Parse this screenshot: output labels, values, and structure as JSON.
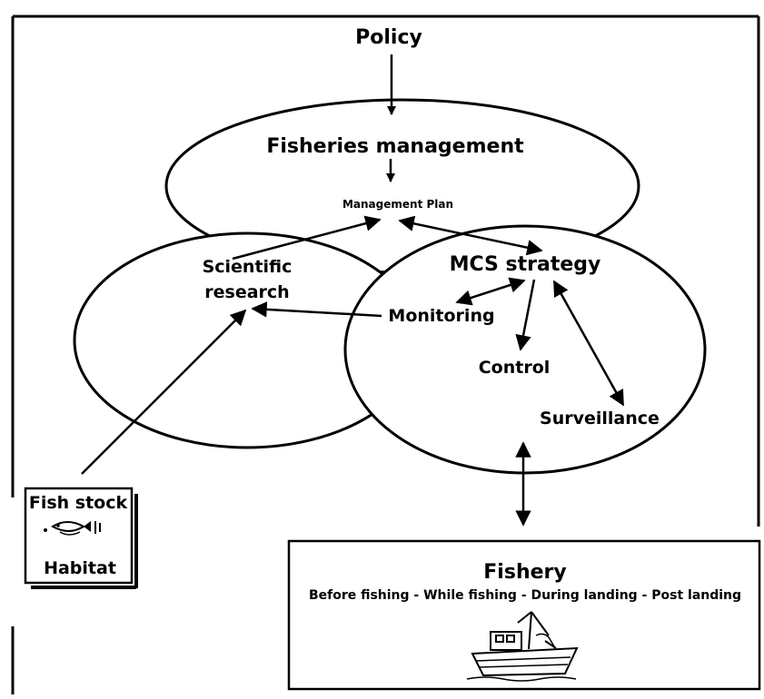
{
  "diagram": {
    "policy": "Policy",
    "fisheries_management": "Fisheries management",
    "management_plan": "Management Plan",
    "scientific_research_line1": "Scientific",
    "scientific_research_line2": "research",
    "mcs_strategy": "MCS strategy",
    "monitoring": "Monitoring",
    "control": "Control",
    "surveillance": "Surveillance",
    "fish_stock": "Fish stock",
    "habitat": "Habitat",
    "fishery": "Fishery",
    "fishery_stages": "Before fishing - While fishing - During landing - Post landing"
  }
}
